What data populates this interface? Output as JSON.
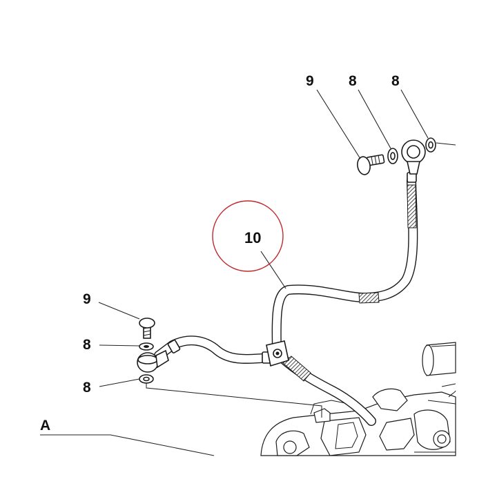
{
  "callouts": {
    "bolt_top": "9",
    "washer_top_left": "8",
    "washer_top_right": "8",
    "pipe": "10",
    "bolt_left": "9",
    "washer_left_upper": "8",
    "washer_left_lower": "8"
  },
  "view_label": "A",
  "highlight_color": "#c0272d"
}
